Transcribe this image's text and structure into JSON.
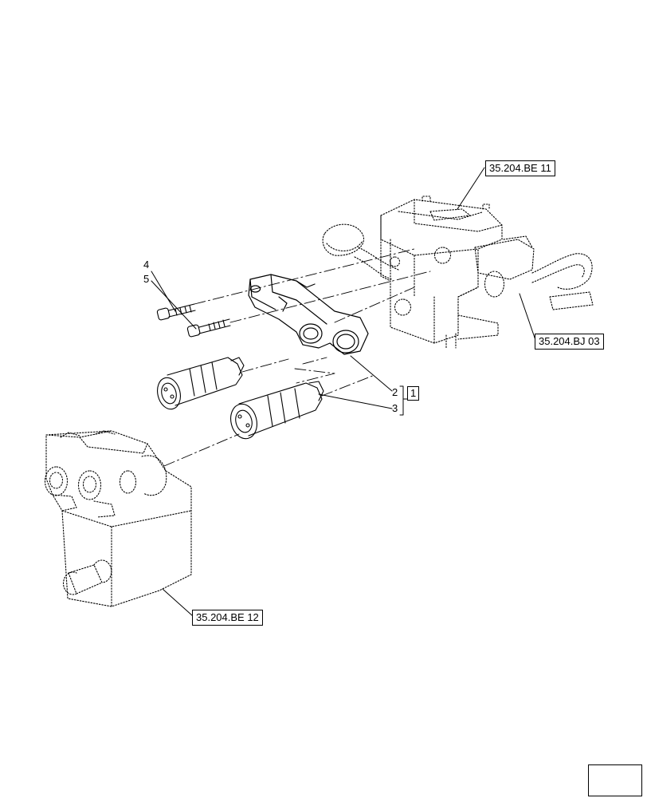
{
  "references": {
    "ref_top": "35.204.BE 11",
    "ref_right": "35.204.BJ 03",
    "ref_bottom": "35.204.BE 12"
  },
  "callouts": {
    "item_4": "4",
    "item_5": "5",
    "item_2": "2",
    "item_3": "3",
    "kit_1": "1"
  },
  "nav": {
    "icon": "next-page-arrow-icon"
  }
}
